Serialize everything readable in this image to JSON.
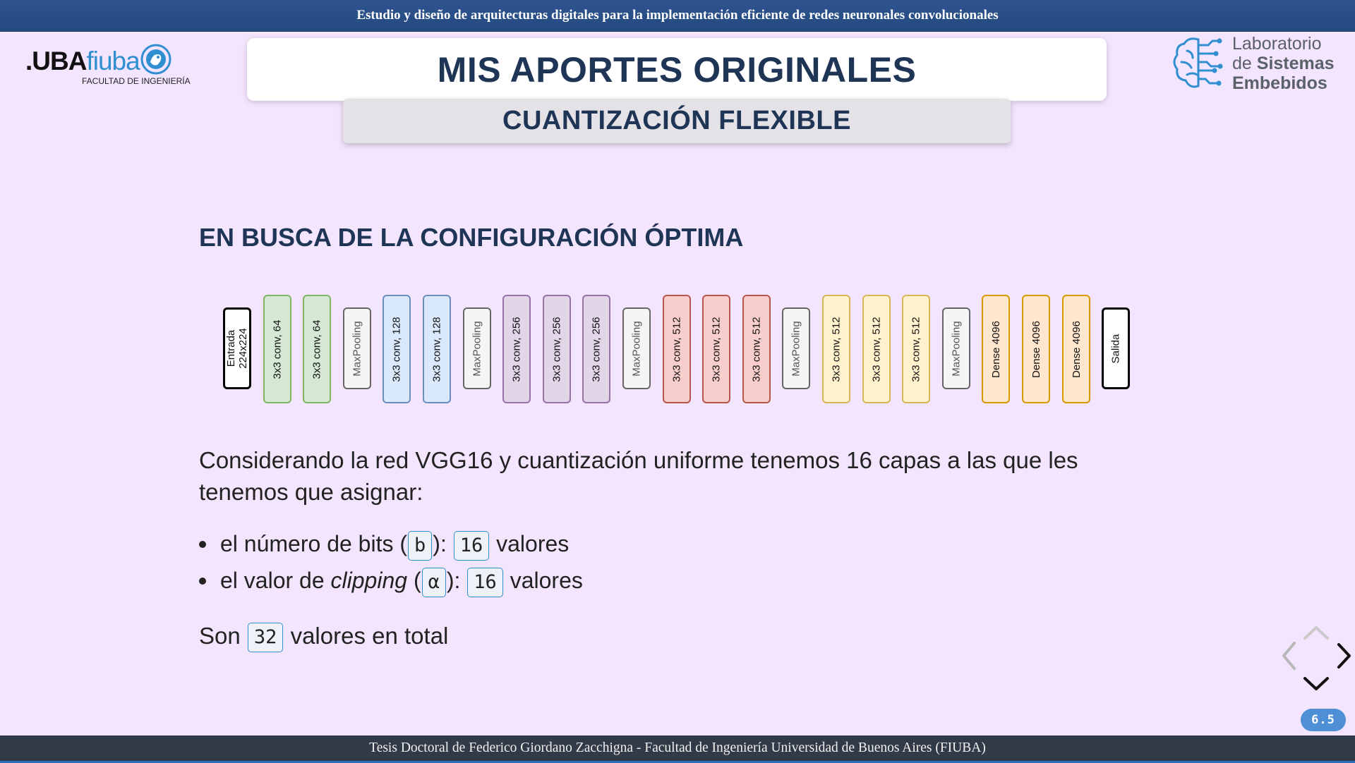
{
  "header": {
    "title": "Estudio y diseño de arquitecturas digitales para la implementación eficiente de redes neuronales convolucionales"
  },
  "logos": {
    "uba": {
      "prefix": ".UBA",
      "name": "fiuba",
      "subtitle": "FACULTAD DE INGENIERÍA"
    },
    "lse": {
      "line1": "Laboratorio",
      "line2_plain": "de ",
      "line2_bold": "Sistemas",
      "line3": "Embebidos"
    }
  },
  "slide": {
    "title": "MIS APORTES ORIGINALES",
    "subtitle": "CUANTIZACIÓN FLEXIBLE",
    "heading": "EN BUSCA DE LA CONFIGURACIÓN ÓPTIMA",
    "paragraph": "Considerando la red VGG16 y cuantización uniforme tenemos 16 capas a las que les tenemos que asignar:",
    "bullets": [
      {
        "pre": "el número de bits (",
        "em": "",
        "symbol": "b",
        "mid": "): ",
        "count": "16",
        "post": " valores"
      },
      {
        "pre": "el valor de ",
        "em": "clipping",
        "symbol": "α",
        "mid": "): ",
        "count": "16",
        "post": " valores"
      }
    ],
    "total": {
      "pre": "Son ",
      "count": "32",
      "post": " valores en total"
    }
  },
  "network": {
    "layers": [
      {
        "label": "Entrada\n224x224",
        "kind": "io"
      },
      {
        "label": "3x3 conv, 64",
        "kind": "conv64"
      },
      {
        "label": "3x3 conv, 64",
        "kind": "conv64"
      },
      {
        "label": "MaxPooling",
        "kind": "pool"
      },
      {
        "label": "3x3 conv, 128",
        "kind": "conv128"
      },
      {
        "label": "3x3 conv, 128",
        "kind": "conv128"
      },
      {
        "label": "MaxPooling",
        "kind": "pool"
      },
      {
        "label": "3x3 conv, 256",
        "kind": "conv256"
      },
      {
        "label": "3x3 conv, 256",
        "kind": "conv256"
      },
      {
        "label": "3x3 conv, 256",
        "kind": "conv256"
      },
      {
        "label": "MaxPooling",
        "kind": "pool"
      },
      {
        "label": "3x3 conv, 512",
        "kind": "conv512a"
      },
      {
        "label": "3x3 conv, 512",
        "kind": "conv512a"
      },
      {
        "label": "3x3 conv, 512",
        "kind": "conv512a"
      },
      {
        "label": "MaxPooling",
        "kind": "pool"
      },
      {
        "label": "3x3 conv, 512",
        "kind": "conv512b"
      },
      {
        "label": "3x3 conv, 512",
        "kind": "conv512b"
      },
      {
        "label": "3x3 conv, 512",
        "kind": "conv512b"
      },
      {
        "label": "MaxPooling",
        "kind": "pool"
      },
      {
        "label": "Dense 4096",
        "kind": "dense"
      },
      {
        "label": "Dense 4096",
        "kind": "dense"
      },
      {
        "label": "Dense 4096",
        "kind": "dense"
      },
      {
        "label": "Salida",
        "kind": "io"
      }
    ],
    "colors": {
      "io": {
        "fill": "#ffffff",
        "stroke": "#000000"
      },
      "pool": {
        "fill": "#f5f5f5",
        "stroke": "#666666"
      },
      "conv64": {
        "fill": "#d5e8d4",
        "stroke": "#82b366"
      },
      "conv128": {
        "fill": "#dae8fc",
        "stroke": "#6c8ebf"
      },
      "conv256": {
        "fill": "#e1d5e7",
        "stroke": "#9673a6"
      },
      "conv512a": {
        "fill": "#f8cecc",
        "stroke": "#b85450"
      },
      "conv512b": {
        "fill": "#fff2cc",
        "stroke": "#d6b656"
      },
      "dense": {
        "fill": "#ffe6cc",
        "stroke": "#d79b00"
      }
    }
  },
  "footer": {
    "text": "Tesis Doctoral de Federico Giordano Zacchigna - Facultad de Ingeniería Universidad de Buenos Aires (FIUBA)"
  },
  "navigation": {
    "page": "6.5"
  }
}
